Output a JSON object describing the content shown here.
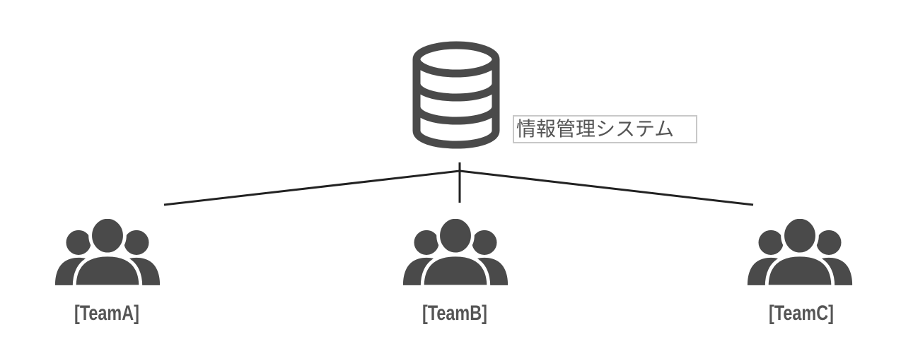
{
  "system": {
    "label": "情報管理システム",
    "icon": "database-icon"
  },
  "teams": [
    {
      "label": "[TeamA]",
      "icon": "user-group-icon"
    },
    {
      "label": "[TeamB]",
      "icon": "user-group-icon"
    },
    {
      "label": "[TeamC]",
      "icon": "user-group-icon"
    }
  ],
  "colors": {
    "icon": "#4a4a4a",
    "line": "#222222",
    "label_border": "#c8c8c8",
    "text": "#555555"
  }
}
